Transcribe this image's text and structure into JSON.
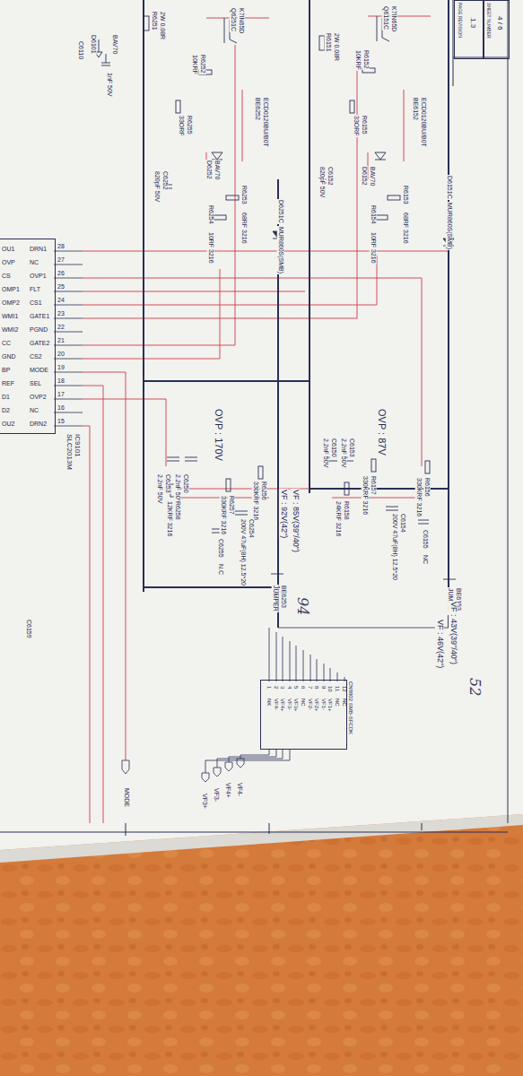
{
  "diagram": {
    "nodes": [
      {
        "text": [
          "IC9101 SLC2013M"
        ]
      },
      {
        "text": [
          "CN8802 SMB-SFCDK"
        ]
      },
      {
        "text": [
          "PAGE REVISION",
          "1.3"
        ]
      },
      {
        "text": [
          "SHEET NUMBER",
          "4 / 6"
        ]
      }
    ],
    "labels": [
      "OU1",
      "OVP",
      "CS",
      "OMP1",
      "OMP2",
      "WMI1",
      "WMI2",
      "CC",
      "GND",
      "BP",
      "REF",
      "D1",
      "D2",
      "OU2",
      "DRN1",
      "NC",
      "OVP1",
      "FLT",
      "CS1",
      "GATE1",
      "PGND",
      "GATE2",
      "CS2",
      "MODE",
      "SEL",
      "OVP2",
      "NC",
      "DRN2",
      "28",
      "27",
      "26",
      "25",
      "24",
      "23",
      "22",
      "21",
      "20",
      "19",
      "18",
      "17",
      "16",
      "15",
      "C6110",
      "1nF 50V",
      "D6101",
      "BAV70",
      "R6251",
      "2W 0.08R",
      "R6252",
      "10KRF",
      "Q6251C",
      "K7IN65D",
      "BE6252",
      "ECD0120BU/B0T",
      "R6255",
      "33ORF",
      "C6252",
      "820pF 50V",
      "D6252",
      "BAV70",
      "R6253",
      "68RF 3216",
      "R6254",
      "10RF 3216",
      "D6251C",
      "MUR860S(SMB)",
      "R6151",
      "2W 0.08R",
      "R6152",
      "10KRF",
      "Q6151C",
      "K7IN65D",
      "BE6152",
      "ECD0120BU/B0T",
      "R6155",
      "33ORF",
      "C6152",
      "820pF 50V",
      "D6152",
      "BAV70",
      "R6153",
      "68RF 3216",
      "R6154",
      "10RF 3216",
      "D6151C",
      "MUR860S(SMB)",
      "OVP : 87V",
      "C6153",
      "2.2nF 50V",
      "C6150",
      "2.2nF 50V",
      "R6157",
      "330KRF 3216",
      "R6158",
      "24KRF 3216",
      "R6156",
      "330KRF 3216",
      "C6154",
      "200V 47uF(8H) 12.5*20",
      "C6155",
      "NC",
      "BE6153",
      "JUMPER",
      "VF : 43V(39\"/40\")",
      "VF : 46V(42\")",
      "52",
      "OVP : 170V",
      "C6250",
      "2.2nF 50V",
      "C6253",
      "2.2nF 50V",
      "R6256",
      "330KRF 3216",
      "R6257",
      "330KRF 3216",
      "R6258",
      "12KRF 3216",
      "C6254",
      "200V 47uF(8H) 12.5*20",
      "C6255",
      "N.C",
      "BE6253",
      "JUMPER",
      "VF : 85V(39\"/40\")",
      "VF : 92V(42\")",
      "94",
      "C6159",
      "VF4-",
      "VF4+",
      "VF3-",
      "VF3+",
      "MODE",
      "1",
      "2",
      "3",
      "4",
      "5",
      "6",
      "7",
      "8",
      "9",
      "10",
      "11",
      "12",
      "NK",
      "VF4-",
      "VF4+",
      "VF3-",
      "VF3+",
      "NC",
      "VF2-",
      "VF2+",
      "VF1-",
      "VF1+",
      "NC",
      "NC"
    ]
  }
}
